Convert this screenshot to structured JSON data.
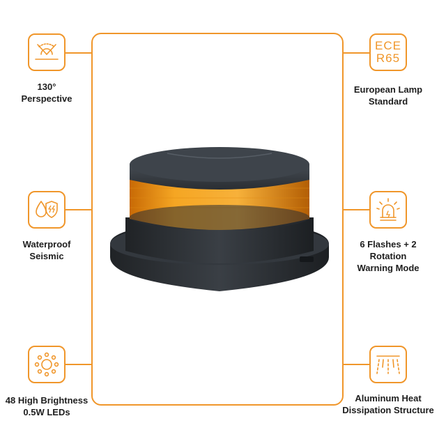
{
  "features": {
    "perspective": {
      "line1": "130°",
      "line2": "Perspective",
      "icon": "wide-angle-icon"
    },
    "waterproof": {
      "line1": "Waterproof",
      "line2": "Seismic",
      "icon": "water-shield-icon"
    },
    "leds": {
      "line1": "48 High Brightness",
      "line2": "0.5W LEDs",
      "icon": "led-sun-icon"
    },
    "standard": {
      "line1": "European Lamp",
      "line2": "Standard",
      "badge_top": "ECE",
      "badge_bottom": "R65",
      "icon": "ece-badge-icon"
    },
    "modes": {
      "line1": "6 Flashes + 2",
      "line2": "Rotation",
      "line3": "Warning Mode",
      "icon": "beacon-alarm-icon"
    },
    "heat": {
      "line1": "Aluminum Heat",
      "line2": "Dissipation Structure",
      "icon": "heat-dissipation-icon"
    }
  },
  "colors": {
    "accent": "#f0962a",
    "amber": "#f5a623",
    "housing": "#2f3338"
  }
}
